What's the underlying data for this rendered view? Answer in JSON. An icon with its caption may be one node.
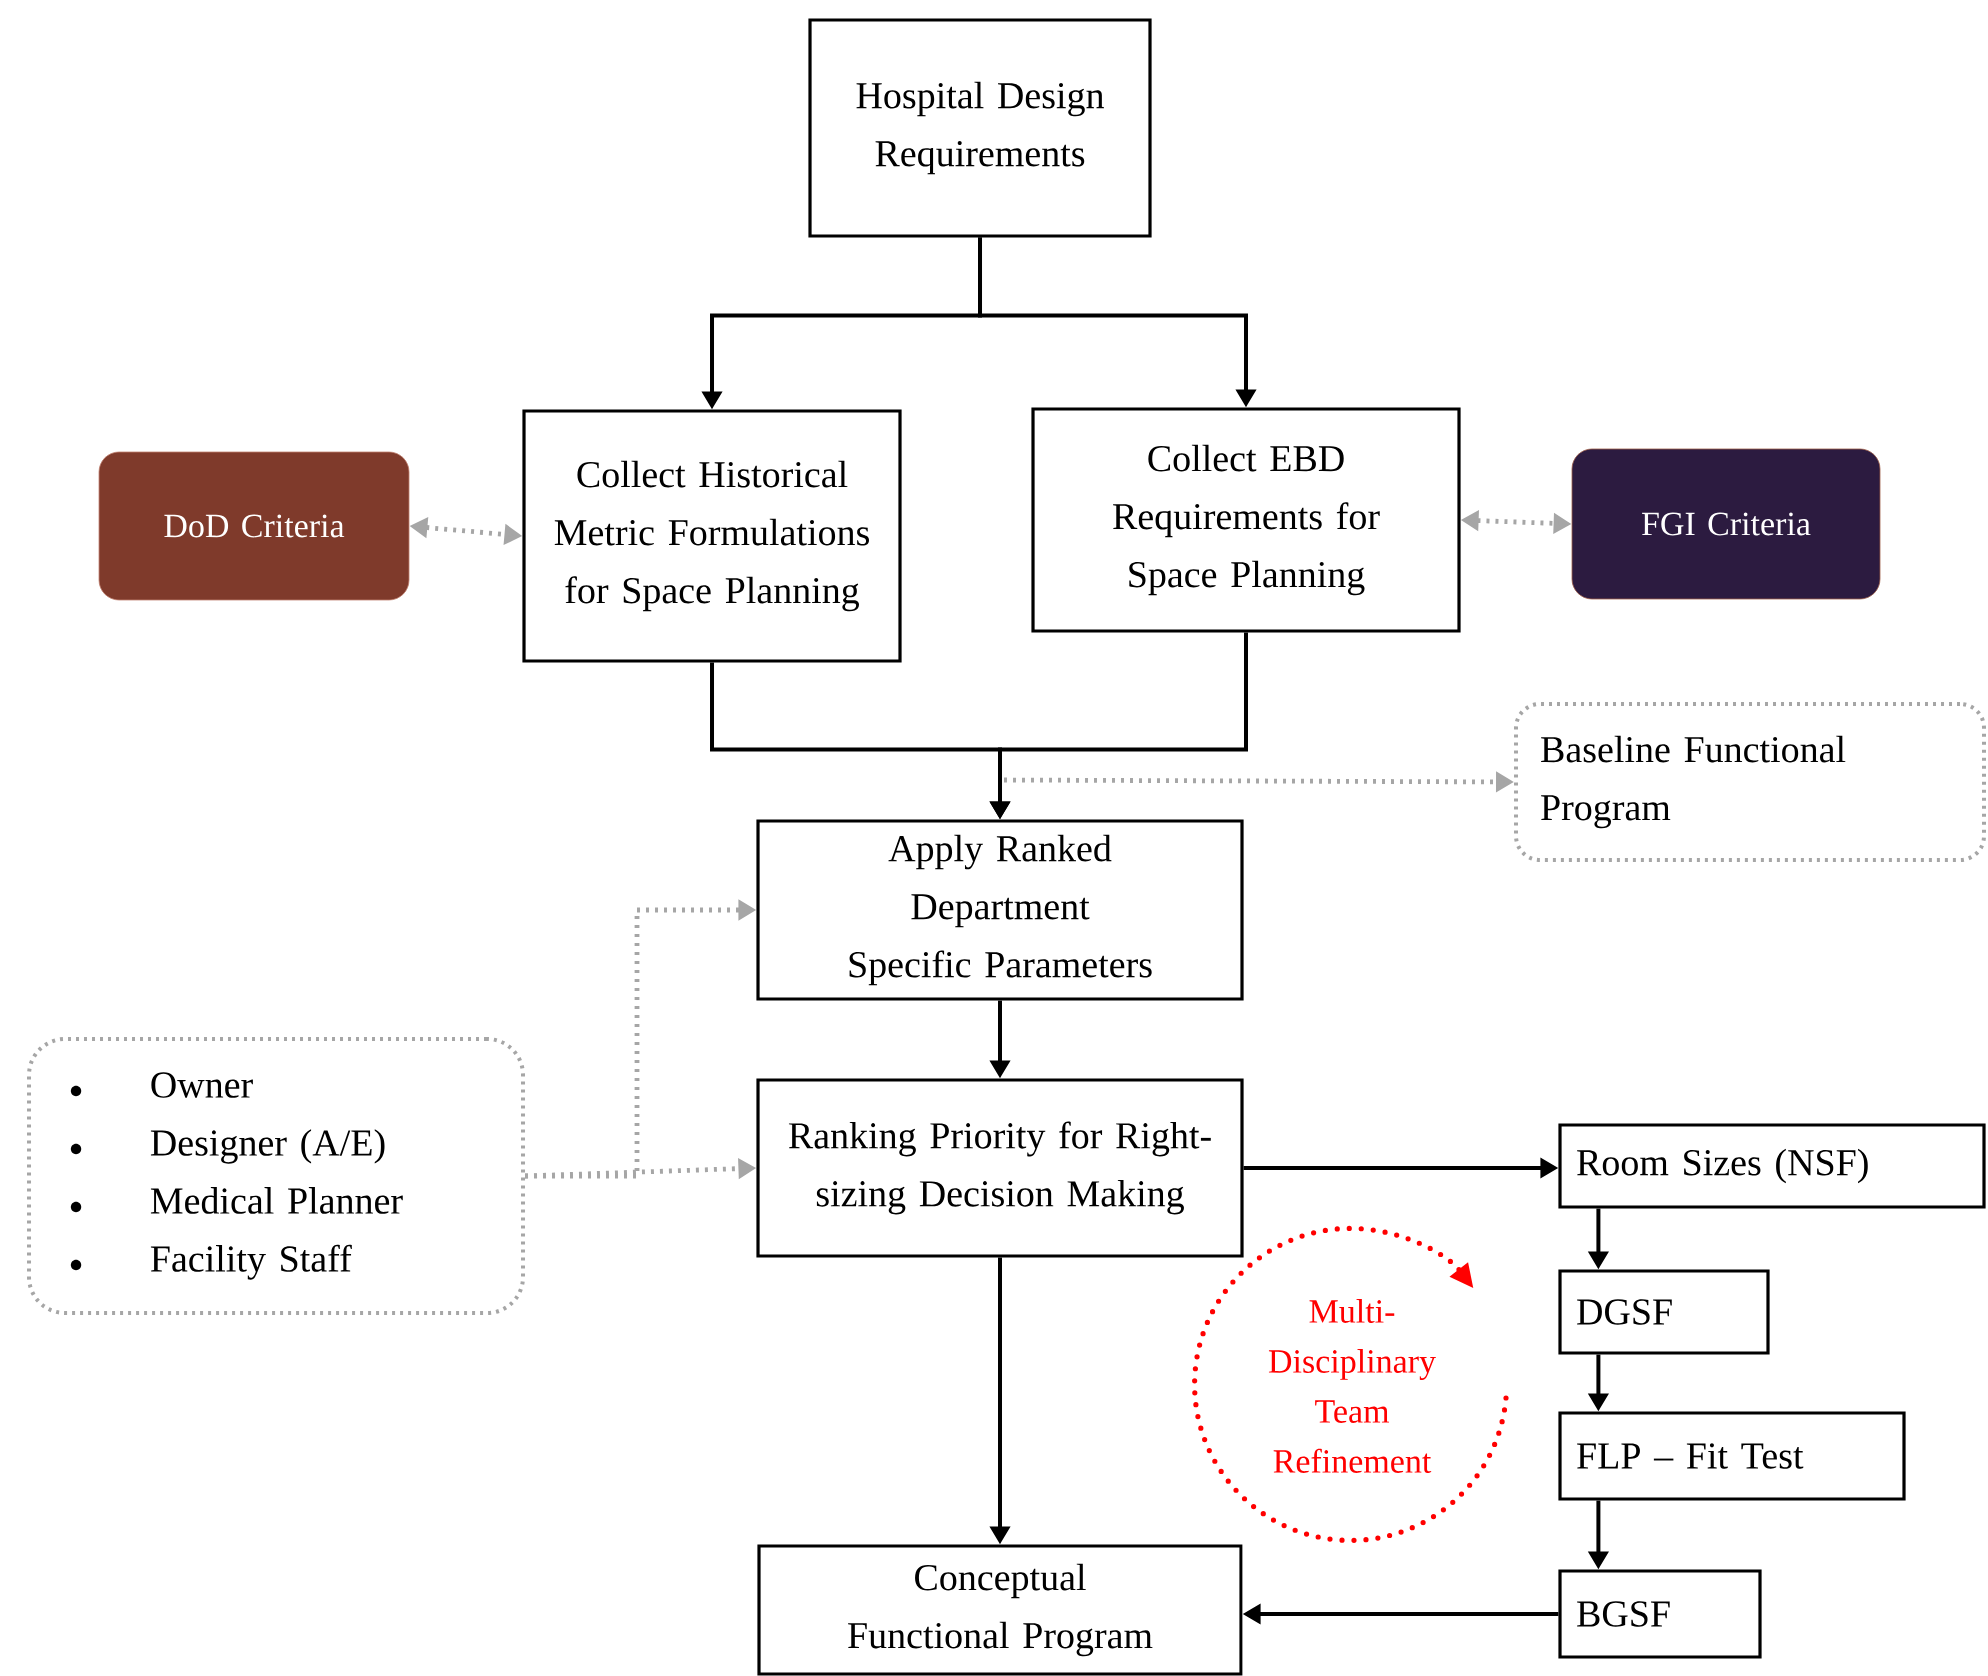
{
  "diagram": {
    "nodes": [
      {
        "text": [
          "Hospital Design Requirements"
        ]
      },
      {
        "text": [
          "DoD Criteria"
        ]
      },
      {
        "text": [
          "Collect Historical Metric Formulations for Space Planning"
        ]
      },
      {
        "text": [
          "Collect EBD Requirements for Space Planning"
        ]
      },
      {
        "text": [
          "FGI Criteria"
        ]
      },
      {
        "text": [
          "Baseline Functional Program"
        ]
      },
      {
        "text": [
          "Apply Ranked Department Specific Parameters"
        ]
      },
      {
        "text": [
          "Owner",
          "Designer (A/E)",
          "Medical Planner",
          "Facility Staff"
        ]
      },
      {
        "text": [
          "Ranking Priority for Right-sizing Decision Making"
        ]
      },
      {
        "text": [
          "Room Sizes (NSF)"
        ]
      },
      {
        "text": [
          "Multi-Disciplinary Team Refinement"
        ]
      },
      {
        "text": [
          "DGSF"
        ]
      },
      {
        "text": [
          "FLP – Fit Test"
        ]
      },
      {
        "text": [
          "BGSF"
        ]
      },
      {
        "text": [
          "Conceptual Functional Program"
        ]
      }
    ],
    "edges": [
      {
        "from": 0,
        "to": 2,
        "arrow": "to"
      },
      {
        "from": 0,
        "to": 3,
        "arrow": "to"
      },
      {
        "from": 1,
        "to": 2,
        "arrow": "both",
        "style": "dashed",
        "color": "#a6a6a6"
      },
      {
        "from": 3,
        "to": 4,
        "arrow": "both",
        "style": "dashed",
        "color": "#a6a6a6"
      },
      {
        "from": 2,
        "to": 6,
        "arrow": "to"
      },
      {
        "from": 3,
        "to": 6,
        "arrow": "to"
      },
      {
        "from": null,
        "to": 5,
        "arrow": "to",
        "style": "dashed",
        "color": "#a6a6a6"
      },
      {
        "from": 7,
        "to": 6,
        "arrow": "to",
        "style": "dashed",
        "color": "#a6a6a6"
      },
      {
        "from": 7,
        "to": 8,
        "arrow": "to",
        "style": "dashed",
        "color": "#a6a6a6"
      },
      {
        "from": 6,
        "to": 8,
        "arrow": "to"
      },
      {
        "from": 8,
        "to": 9,
        "arrow": "to"
      },
      {
        "from": 8,
        "to": 14,
        "arrow": "to"
      },
      {
        "from": 9,
        "to": 11,
        "arrow": "to"
      },
      {
        "from": 11,
        "to": 12,
        "arrow": "to"
      },
      {
        "from": 12,
        "to": 13,
        "arrow": "to"
      },
      {
        "from": 13,
        "to": 14,
        "arrow": "to"
      }
    ]
  }
}
